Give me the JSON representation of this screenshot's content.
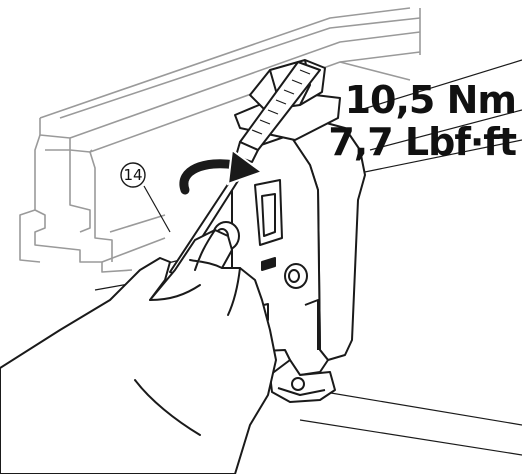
{
  "callout": {
    "number": "14"
  },
  "torque": {
    "metric": "10,5 Nm",
    "imperial": "7,7 Lbf·ft"
  },
  "colors": {
    "line": "#1a1a1a",
    "rail_line": "#9a9a9a",
    "background": "#ffffff"
  },
  "icons": [
    "rotation-arrow-icon",
    "callout-circle-icon"
  ]
}
